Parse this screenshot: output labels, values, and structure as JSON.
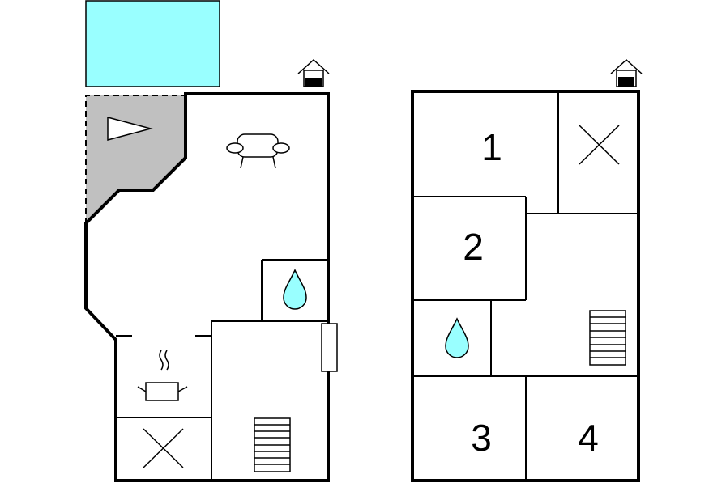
{
  "colors": {
    "pool": "#99ffff",
    "terrace": "#c0c0c0",
    "water": "#99ffff",
    "wall": "#000000",
    "background": "#ffffff"
  },
  "ground_floor": {
    "features": [
      "pool",
      "terrace",
      "entrance-icon",
      "sofa-icon",
      "water-drop-icon",
      "stove-pot-icon",
      "cross-icon",
      "stairs-icon"
    ]
  },
  "upper_floor": {
    "rooms": [
      {
        "label": "1"
      },
      {
        "label": "2"
      },
      {
        "label": "3"
      },
      {
        "label": "4"
      }
    ],
    "features": [
      "entrance-icon",
      "cross-icon",
      "water-drop-icon",
      "stairs-icon"
    ]
  }
}
